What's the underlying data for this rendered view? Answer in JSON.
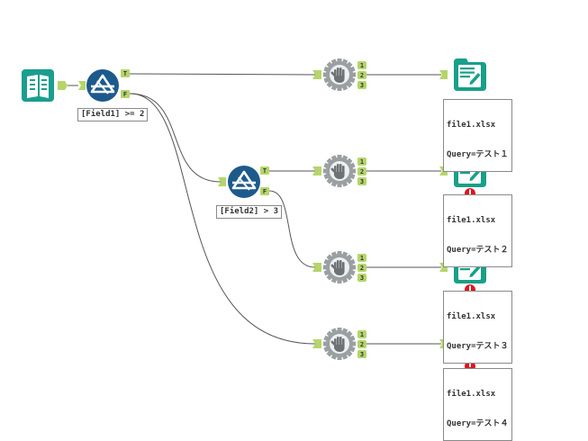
{
  "workflow": {
    "input_tool": {
      "name": "Input Data"
    },
    "filters": [
      {
        "expression": "[Field1] >= 2",
        "true_anchor": "T",
        "false_anchor": "F"
      },
      {
        "expression": "[Field2] > 3",
        "true_anchor": "T",
        "false_anchor": "F"
      }
    ],
    "block_anchors": [
      "1",
      "2",
      "3"
    ],
    "outputs": [
      {
        "file": "file1.xlsx",
        "query": "Query=テスト１",
        "error": false
      },
      {
        "file": "file1.xlsx",
        "query": "Query=テスト２",
        "error": true
      },
      {
        "file": "file1.xlsx",
        "query": "Query=テスト３",
        "error": true
      },
      {
        "file": "file1.xlsx",
        "query": "Query=テスト４",
        "error": true
      }
    ],
    "colors": {
      "input_teal": "#1a9e8f",
      "filter_blue": "#1d5a8c",
      "anchor_green": "#b5d56a",
      "block_gray": "#9aa0a2",
      "output_teal": "#17a088",
      "error_red": "#e0141e",
      "connector": "#555555"
    }
  }
}
